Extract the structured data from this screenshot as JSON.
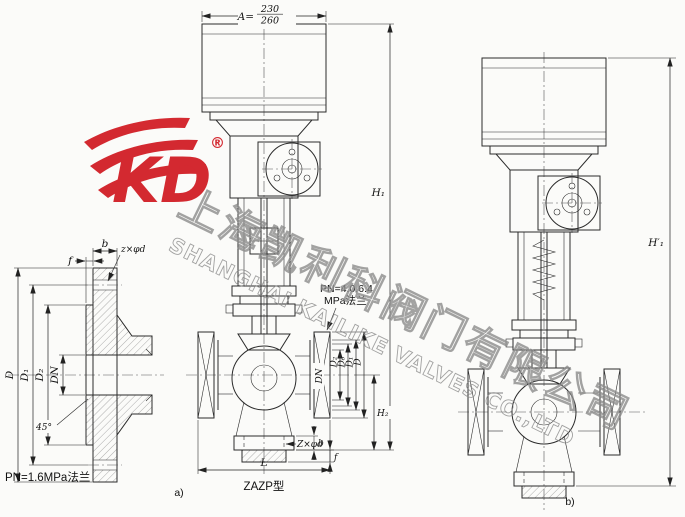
{
  "page": {
    "background": "#fbfbf9"
  },
  "watermark": {
    "logo_text": "KD",
    "registered_mark": "®",
    "company_cn": "上海凯利科阀门有限公司",
    "company_en": "SHANGHAI KAILIKE VALVES CO.,LTD",
    "logo_color": "#d01820",
    "text_color": "#8c8c8c"
  },
  "left_flange": {
    "caption": "PN=1.6MPa法兰",
    "dims": {
      "b": "b",
      "f": "f",
      "z_phi_d": "z×φd",
      "D": "D",
      "D1": "D₁",
      "D2": "D₂",
      "DN": "DN",
      "chamfer": "45°"
    }
  },
  "main_valve": {
    "caption": "ZAZP型",
    "sub_label": "a)",
    "flange_note_line1": "PN=4.0,6.4",
    "flange_note_line2": "MPa法兰",
    "dims": {
      "A_label": "A=",
      "A_top": "230",
      "A_bottom": "260",
      "H1": "H₁",
      "H2": "H₂",
      "L": "L",
      "D2": "D₂",
      "D6": "D₆",
      "D1": "D₁",
      "D": "D",
      "DN": "DN",
      "Z_phi_d": "Z×φd",
      "b": "b",
      "f": "f"
    }
  },
  "right_valve": {
    "sub_label": "b)",
    "dims": {
      "H1_prime": "H′₁"
    }
  }
}
